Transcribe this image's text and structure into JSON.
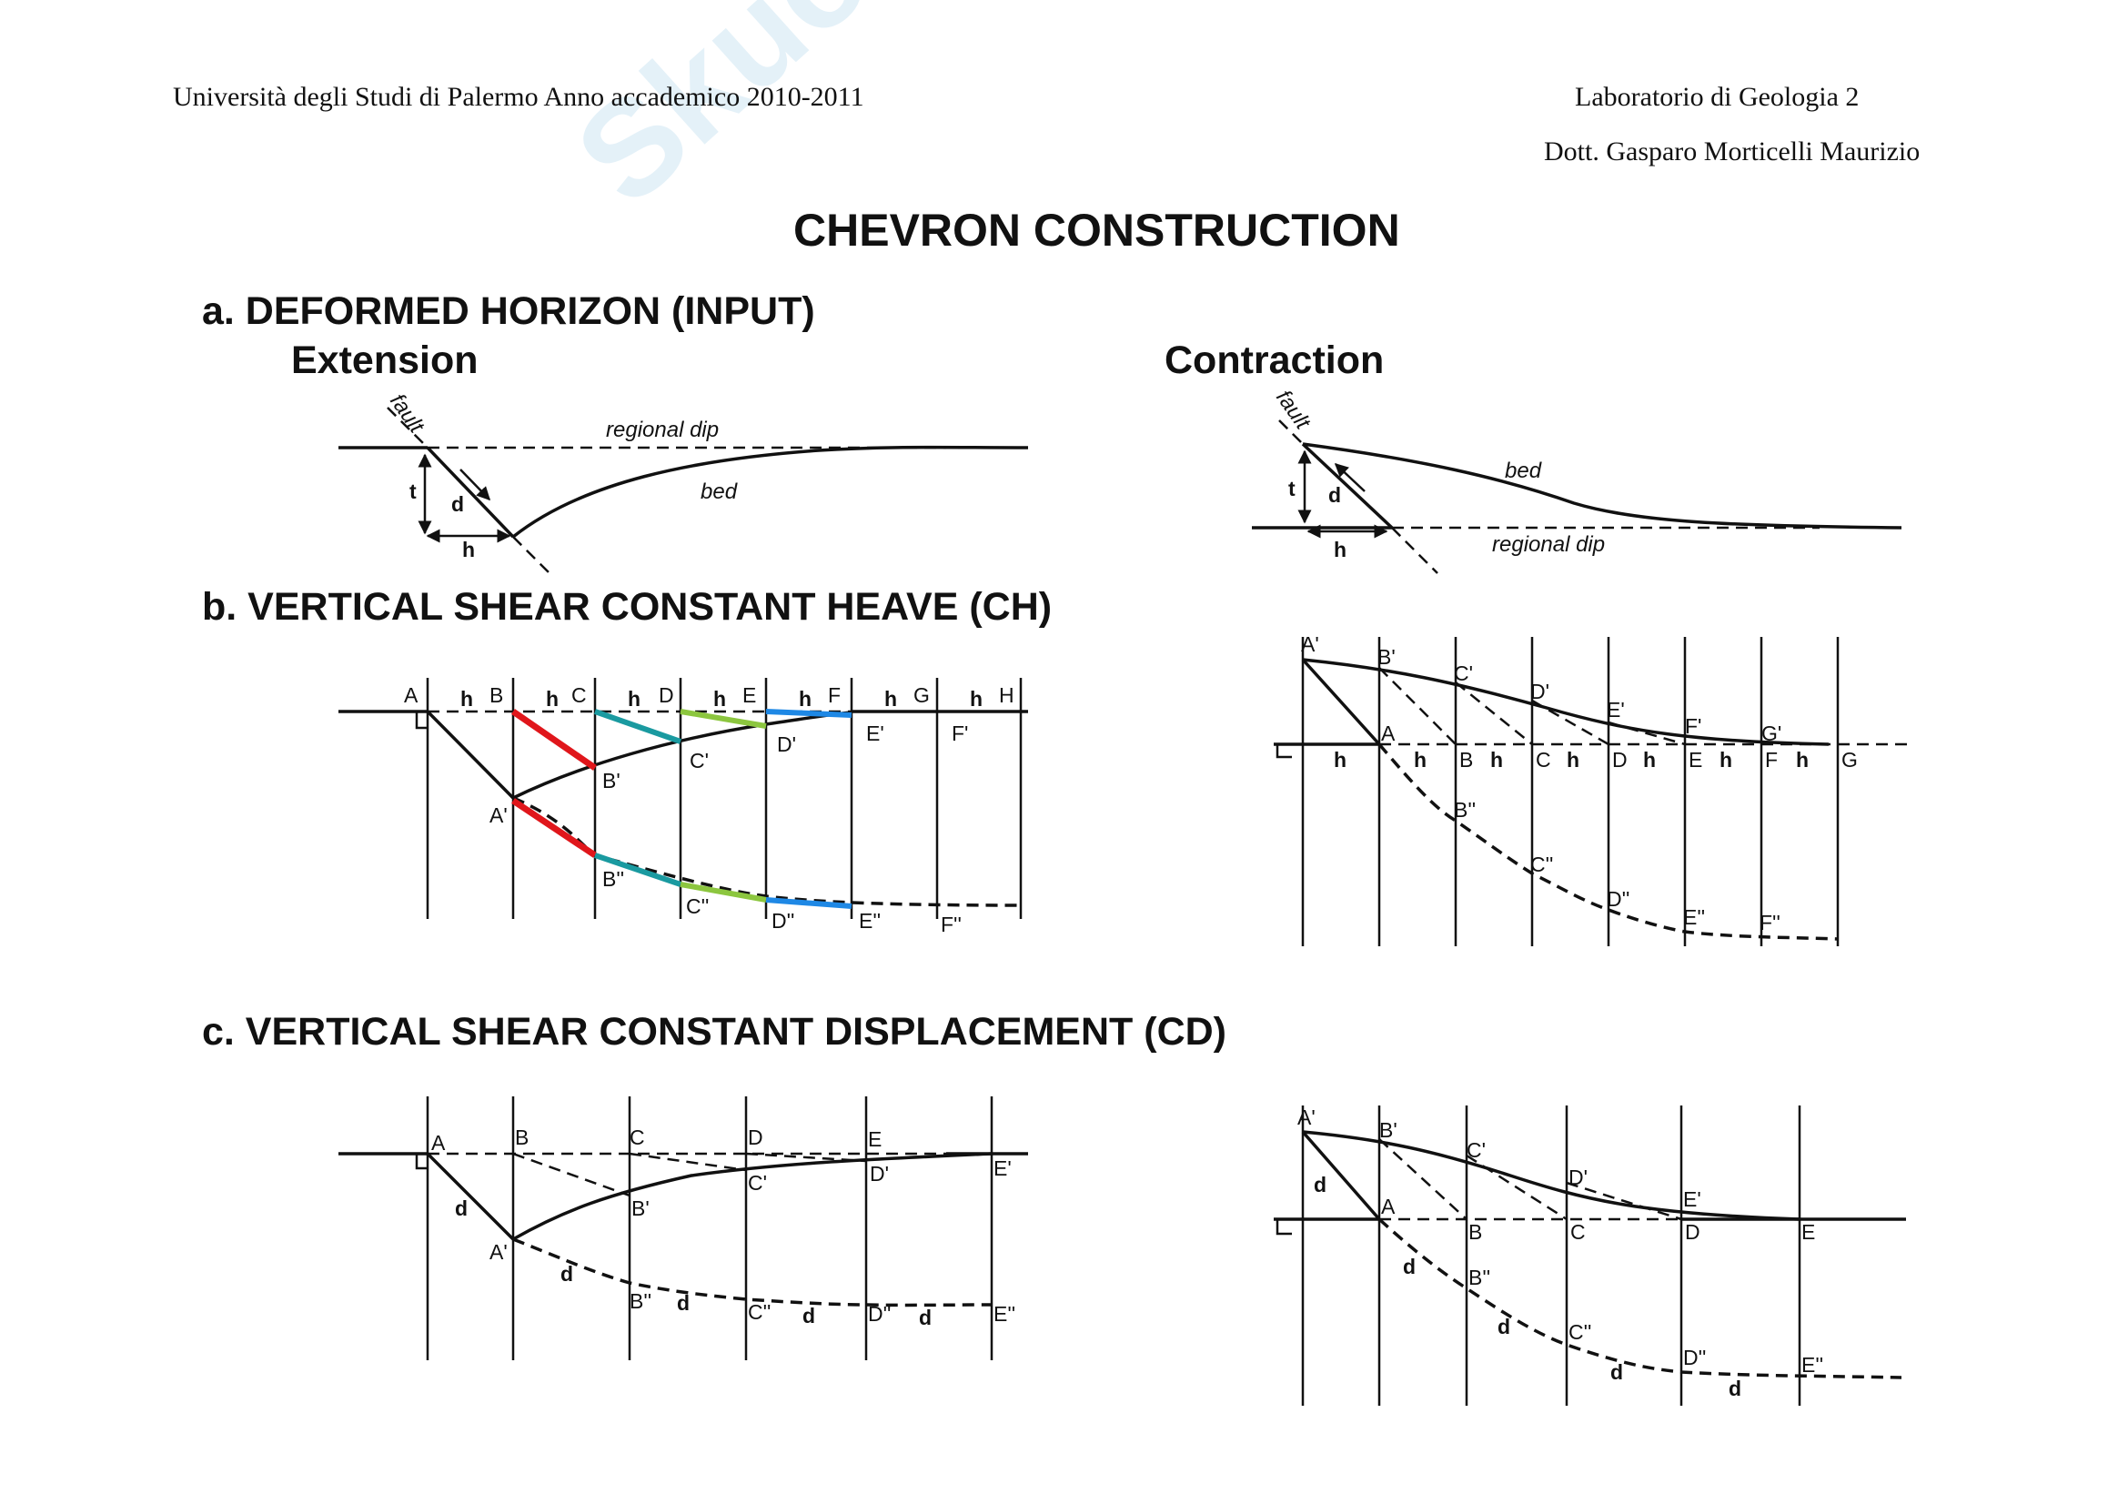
{
  "header": {
    "left": "Università degli Studi di Palermo  Anno accademico 2010-2011",
    "right_line1": "Laboratorio di Geologia 2",
    "right_line2": "Dott. Gasparo Morticelli Maurizio"
  },
  "watermark": "Skuola.net",
  "title": "CHEVRON CONSTRUCTION",
  "section_a": {
    "heading": "a. DEFORMED HORIZON (INPUT)",
    "extension": {
      "title": "Extension",
      "fault": "fault",
      "regional": "regional dip",
      "bed": "bed",
      "t": "t",
      "d": "d",
      "h": "h"
    },
    "contraction": {
      "title": "Contraction",
      "fault": "fault",
      "regional": "regional dip",
      "bed": "bed",
      "t": "t",
      "d": "d",
      "h": "h"
    }
  },
  "section_b": {
    "heading": "b. VERTICAL SHEAR CONSTANT HEAVE (CH)",
    "left": {
      "top_labels": [
        "A",
        "B",
        "C",
        "D",
        "E",
        "F",
        "G",
        "H"
      ],
      "h": "h",
      "bed_labels": [
        "A'",
        "B'",
        "C'",
        "D'",
        "E'",
        "F'"
      ],
      "lower_labels": [
        "B''",
        "C''",
        "D''",
        "E''",
        "F''"
      ]
    },
    "right": {
      "top_labels": [
        "A'",
        "B'",
        "C'",
        "D'",
        "E'",
        "F'",
        "G'"
      ],
      "base_labels": [
        "A",
        "B",
        "C",
        "D",
        "E",
        "F",
        "G"
      ],
      "h": "h",
      "lower_labels": [
        "B''",
        "C''",
        "D''",
        "E''",
        "F''"
      ]
    }
  },
  "section_c": {
    "heading": "c. VERTICAL SHEAR CONSTANT DISPLACEMENT (CD)",
    "left": {
      "top_labels": [
        "A",
        "B",
        "C",
        "D",
        "E"
      ],
      "bed_labels": [
        "A'",
        "B'",
        "C'",
        "D'",
        "E'"
      ],
      "lower_labels": [
        "B''",
        "C''",
        "D''",
        "E''"
      ],
      "d": "d"
    },
    "right": {
      "top_labels": [
        "A'",
        "B'",
        "C'",
        "D'",
        "E'"
      ],
      "base_labels": [
        "A",
        "B",
        "C",
        "D",
        "E"
      ],
      "lower_labels": [
        "B''",
        "C''",
        "D''",
        "E''"
      ],
      "d": "d"
    }
  },
  "colors": {
    "red": "#e0161b",
    "teal": "#1a9aa0",
    "green": "#8cc63f",
    "blue": "#1e88e5"
  }
}
